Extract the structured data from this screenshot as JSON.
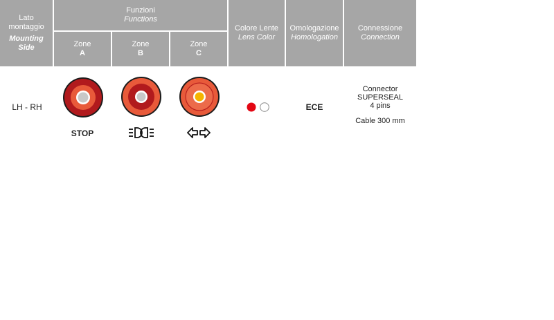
{
  "header": {
    "mounting": {
      "it": "Lato montaggio",
      "en": "Mounting Side"
    },
    "functions": {
      "it": "Funzioni",
      "en": "Functions"
    },
    "zones": [
      {
        "label": "Zone",
        "letter": "A"
      },
      {
        "label": "Zone",
        "letter": "B"
      },
      {
        "label": "Zone",
        "letter": "C"
      }
    ],
    "lens": {
      "it": "Colore Lente",
      "en": "Lens Color"
    },
    "homolog": {
      "it": "Omologazione",
      "en": "Homologation"
    },
    "connection": {
      "it": "Connessione",
      "en": "Connection"
    }
  },
  "row": {
    "mounting_side": "LH - RH",
    "zone_a_function": "STOP",
    "homologation": "ECE",
    "connection": {
      "line1": "Connector",
      "line2": "SUPERSEAL",
      "line3": "4 pins",
      "cable": "Cable 300 mm"
    }
  },
  "colors": {
    "header_bg": "#a6a6a6",
    "lens_red": "#e30613",
    "lamp_dark_red": "#b11a1d",
    "lamp_orange": "#e85a3a",
    "bulb_grey": "#c8c8c8",
    "bulb_amber": "#f5b400"
  },
  "icons": {
    "zone_b": "position-light-icon",
    "zone_c": "turn-indicator-icon"
  }
}
